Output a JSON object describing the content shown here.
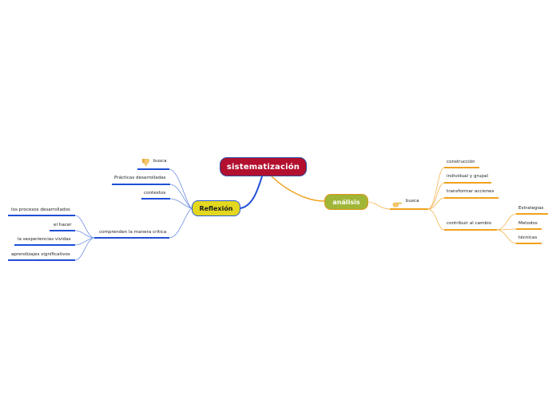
{
  "map": {
    "root": "sistematización",
    "reflexion": {
      "title": "Reflexión",
      "busca": "busca",
      "practicas": "Prácticas desarrolladas",
      "contextos": "contextos",
      "comprenden": "comprenden la manera critica",
      "sub": {
        "procesos": "los procesos desarrollados",
        "hacer": "el hacer",
        "experiencias": "la sexperiencias vividas",
        "aprendizajes": "aprendizajes significativos"
      }
    },
    "analisis": {
      "title": "análisis",
      "busca": "busca",
      "construccion": "construcción",
      "individual": "individual y grupal",
      "transformar": "transformar acciones",
      "contribuir": "contribuir al cambio",
      "sub": {
        "estrategias": "Estrategias",
        "metodos": "Metodos",
        "tecnicas": "técnicas"
      }
    }
  },
  "colors": {
    "root_fill": "#b2102e",
    "reflexion_fill": "#e3d81f",
    "analisis_fill": "#9fb637",
    "blue_branch": "#1f4fd6",
    "orange_branch": "#f0a21d"
  },
  "icons": {
    "reflexion_busca": "thumbs-down-icon",
    "analisis_busca": "pointing-hand-icon"
  }
}
